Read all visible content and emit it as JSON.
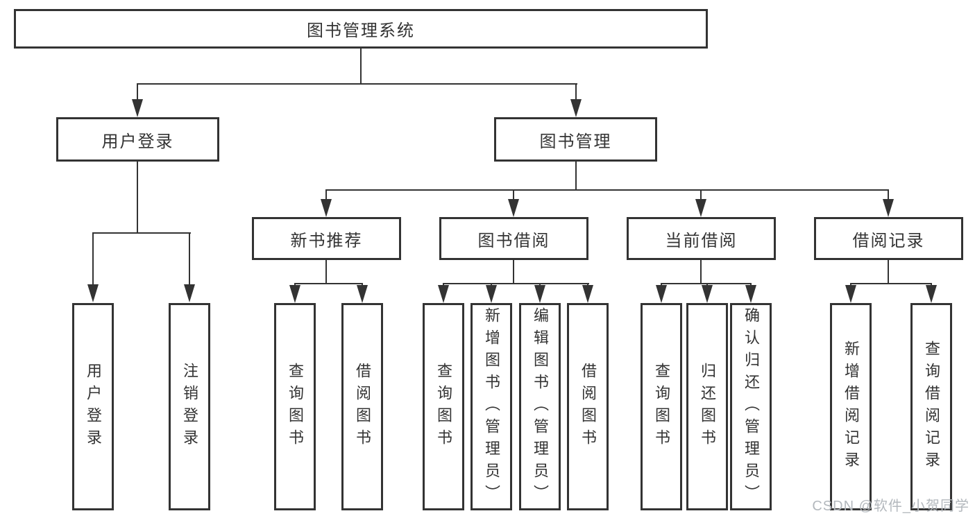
{
  "diagram": {
    "root": "图书管理系统",
    "userLogin": {
      "label": "用户登录",
      "children": [
        "用户登录",
        "注销登录"
      ]
    },
    "bookMgmt": {
      "label": "图书管理"
    },
    "newBooks": {
      "label": "新书推荐",
      "children": [
        "查询图书",
        "借阅图书"
      ]
    },
    "borrowing": {
      "label": "图书借阅",
      "children": [
        "查询图书",
        "新增图书（管理员）",
        "编辑图书（管理员）",
        "借阅图书"
      ]
    },
    "current": {
      "label": "当前借阅",
      "children": [
        "查询图书",
        "归还图书",
        "确认归还（管理员）"
      ]
    },
    "records": {
      "label": "借阅记录",
      "children": [
        "新增借阅记录",
        "查询借阅记录"
      ]
    }
  },
  "watermark": {
    "text": "CSDN @软件_小贺同学"
  },
  "colors": {
    "line": "#333333",
    "box_border": "#333333",
    "text": "#333333",
    "watermark": "#b3b8bd",
    "background": "#ffffff"
  }
}
